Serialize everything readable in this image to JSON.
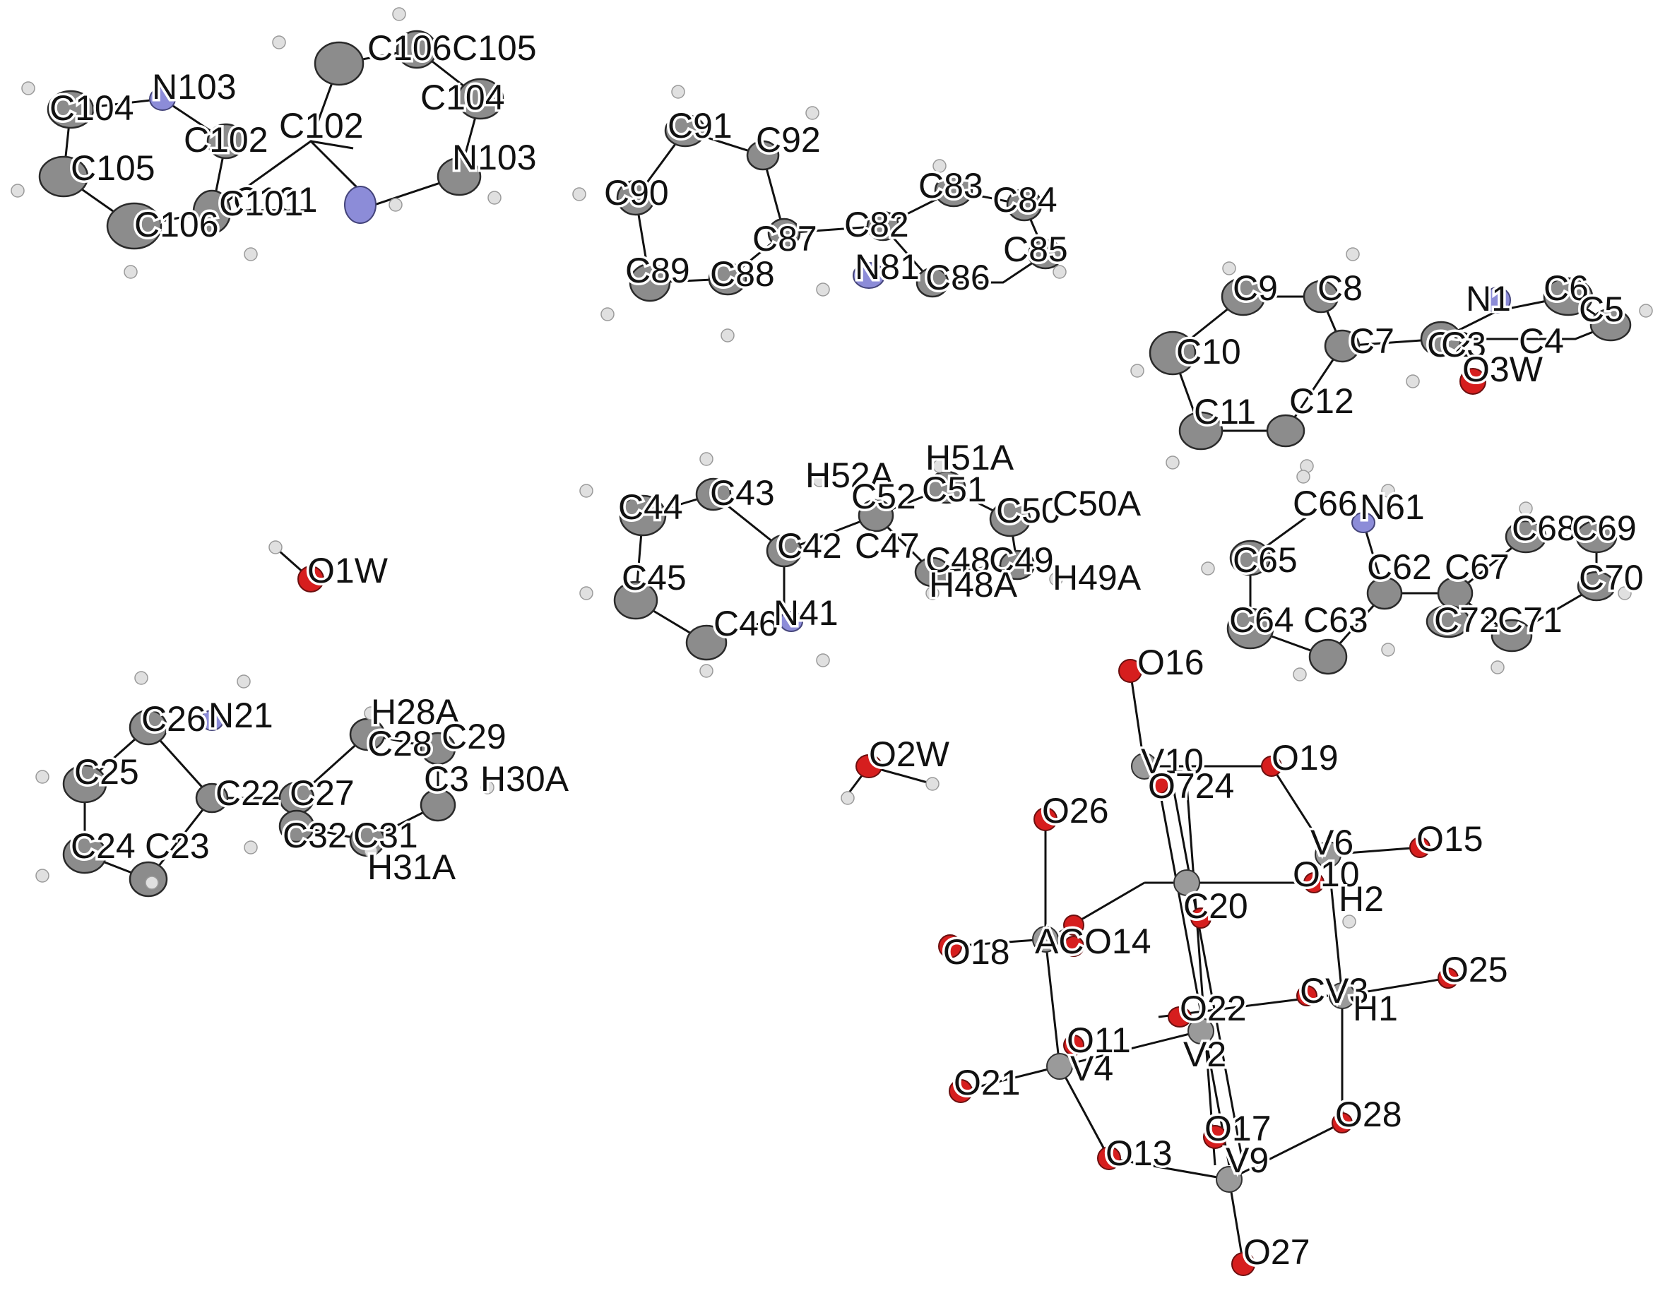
{
  "labels": [
    "C104",
    "N103",
    "C102",
    "C102",
    "C101",
    "C106",
    "C105",
    "C104",
    "N103",
    "C105",
    "C106",
    "C101",
    "C91",
    "C92",
    "C90",
    "C87",
    "C82",
    "C83",
    "C84",
    "C85",
    "N81",
    "C86",
    "C89",
    "C88",
    "C9",
    "C8",
    "C7",
    "C2",
    "N1",
    "C6",
    "C5",
    "C3",
    "C4",
    "O3W",
    "C10",
    "C11",
    "C12",
    "H52A",
    "H51A",
    "C44",
    "C43",
    "C52",
    "C51",
    "C50",
    "C50A",
    "C42",
    "C47",
    "C48",
    "C49",
    "H49A",
    "H48A",
    "C45",
    "C46",
    "N41",
    "C66",
    "N61",
    "C65",
    "C62",
    "C67",
    "C68",
    "C69",
    "C70",
    "C64",
    "C63",
    "C72",
    "C71",
    "O1W",
    "O16",
    "C26",
    "N21",
    "H28A",
    "C28",
    "C29",
    "C25",
    "C22",
    "C27",
    "C3",
    "H30A",
    "C32",
    "C31",
    "C24",
    "C23",
    "H31A",
    "O2W",
    "V10",
    "O19",
    "O26",
    "O724",
    "V6",
    "O15",
    "O10",
    "C20",
    "H2",
    "O18",
    "AC",
    "O14",
    "O22",
    "CV3",
    "H1",
    "O25",
    "O11",
    "V2",
    "V4",
    "O21",
    "O17",
    "O28",
    "O13",
    "V9",
    "O27"
  ]
}
